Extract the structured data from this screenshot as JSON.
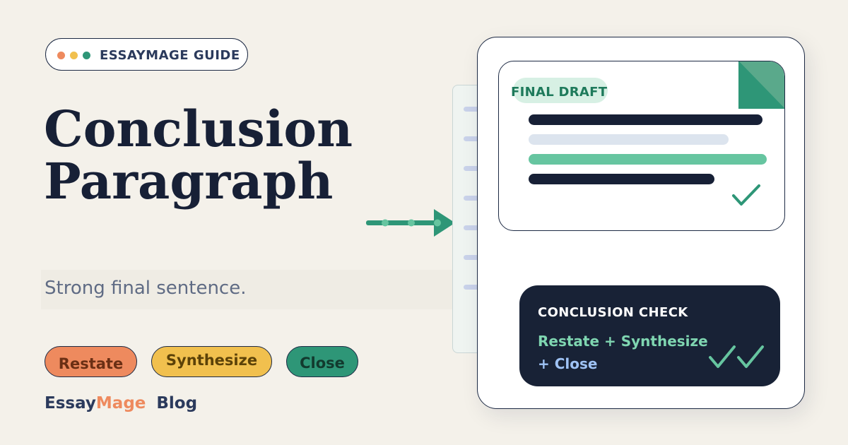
{
  "badge": {
    "label": "ESSAYMAGE GUIDE"
  },
  "title": {
    "line1": "Conclusion",
    "line2": "Paragraph"
  },
  "subtitle": "Strong final sentence.",
  "pills": {
    "restate": "Restate",
    "synthesize": "Synthesize",
    "close": "Close"
  },
  "brand": {
    "part1": "Essay",
    "part2": "Mage",
    "part3": "Blog"
  },
  "document": {
    "label": "FINAL DRAFT"
  },
  "check": {
    "title": "CONCLUSION CHECK",
    "line1": "Restate + Synthesize",
    "line2": "+ Close"
  },
  "colors": {
    "background": "#f4f1ea",
    "navy": "#172036",
    "coral": "#ee8a5e",
    "gold": "#f1c04e",
    "green": "#2e9677",
    "mint": "#66c5a0"
  },
  "icons": [
    "window-dots-icon",
    "arrow-right-icon",
    "checkmark-icon",
    "double-checkmark-icon",
    "page-fold-icon"
  ]
}
